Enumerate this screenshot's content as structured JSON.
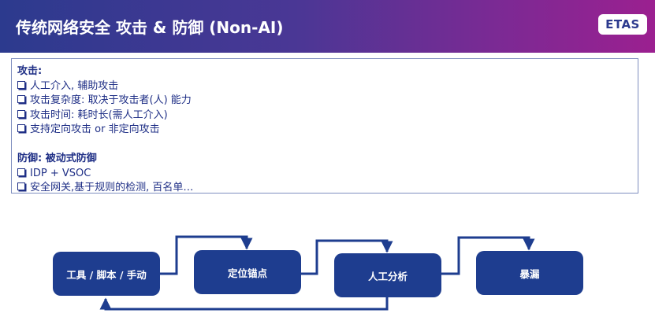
{
  "header": {
    "title": "传统网络安全 攻击 & 防御 (Non-AI)",
    "logo": "ETAS"
  },
  "attack": {
    "heading": "攻击:",
    "items": [
      "人工介入, 辅助攻击",
      "攻击复杂度:  取决于攻击者(人) 能力",
      "攻击时间:  耗时长(需人工介入)",
      "支持定向攻击 or 非定向攻击"
    ]
  },
  "defense": {
    "heading": "防御: 被动式防御",
    "items": [
      "IDP + VSOC",
      "安全网关,基于规则的检测, 百名单…"
    ]
  },
  "flow": {
    "nodes": [
      "工具 / 脚本 / 手动",
      "定位锚点",
      "人工分析",
      "暴漏"
    ],
    "color": "#1e3d8f"
  },
  "colors": {
    "text": "#1f2f86",
    "accent": "#2c3a8e"
  }
}
